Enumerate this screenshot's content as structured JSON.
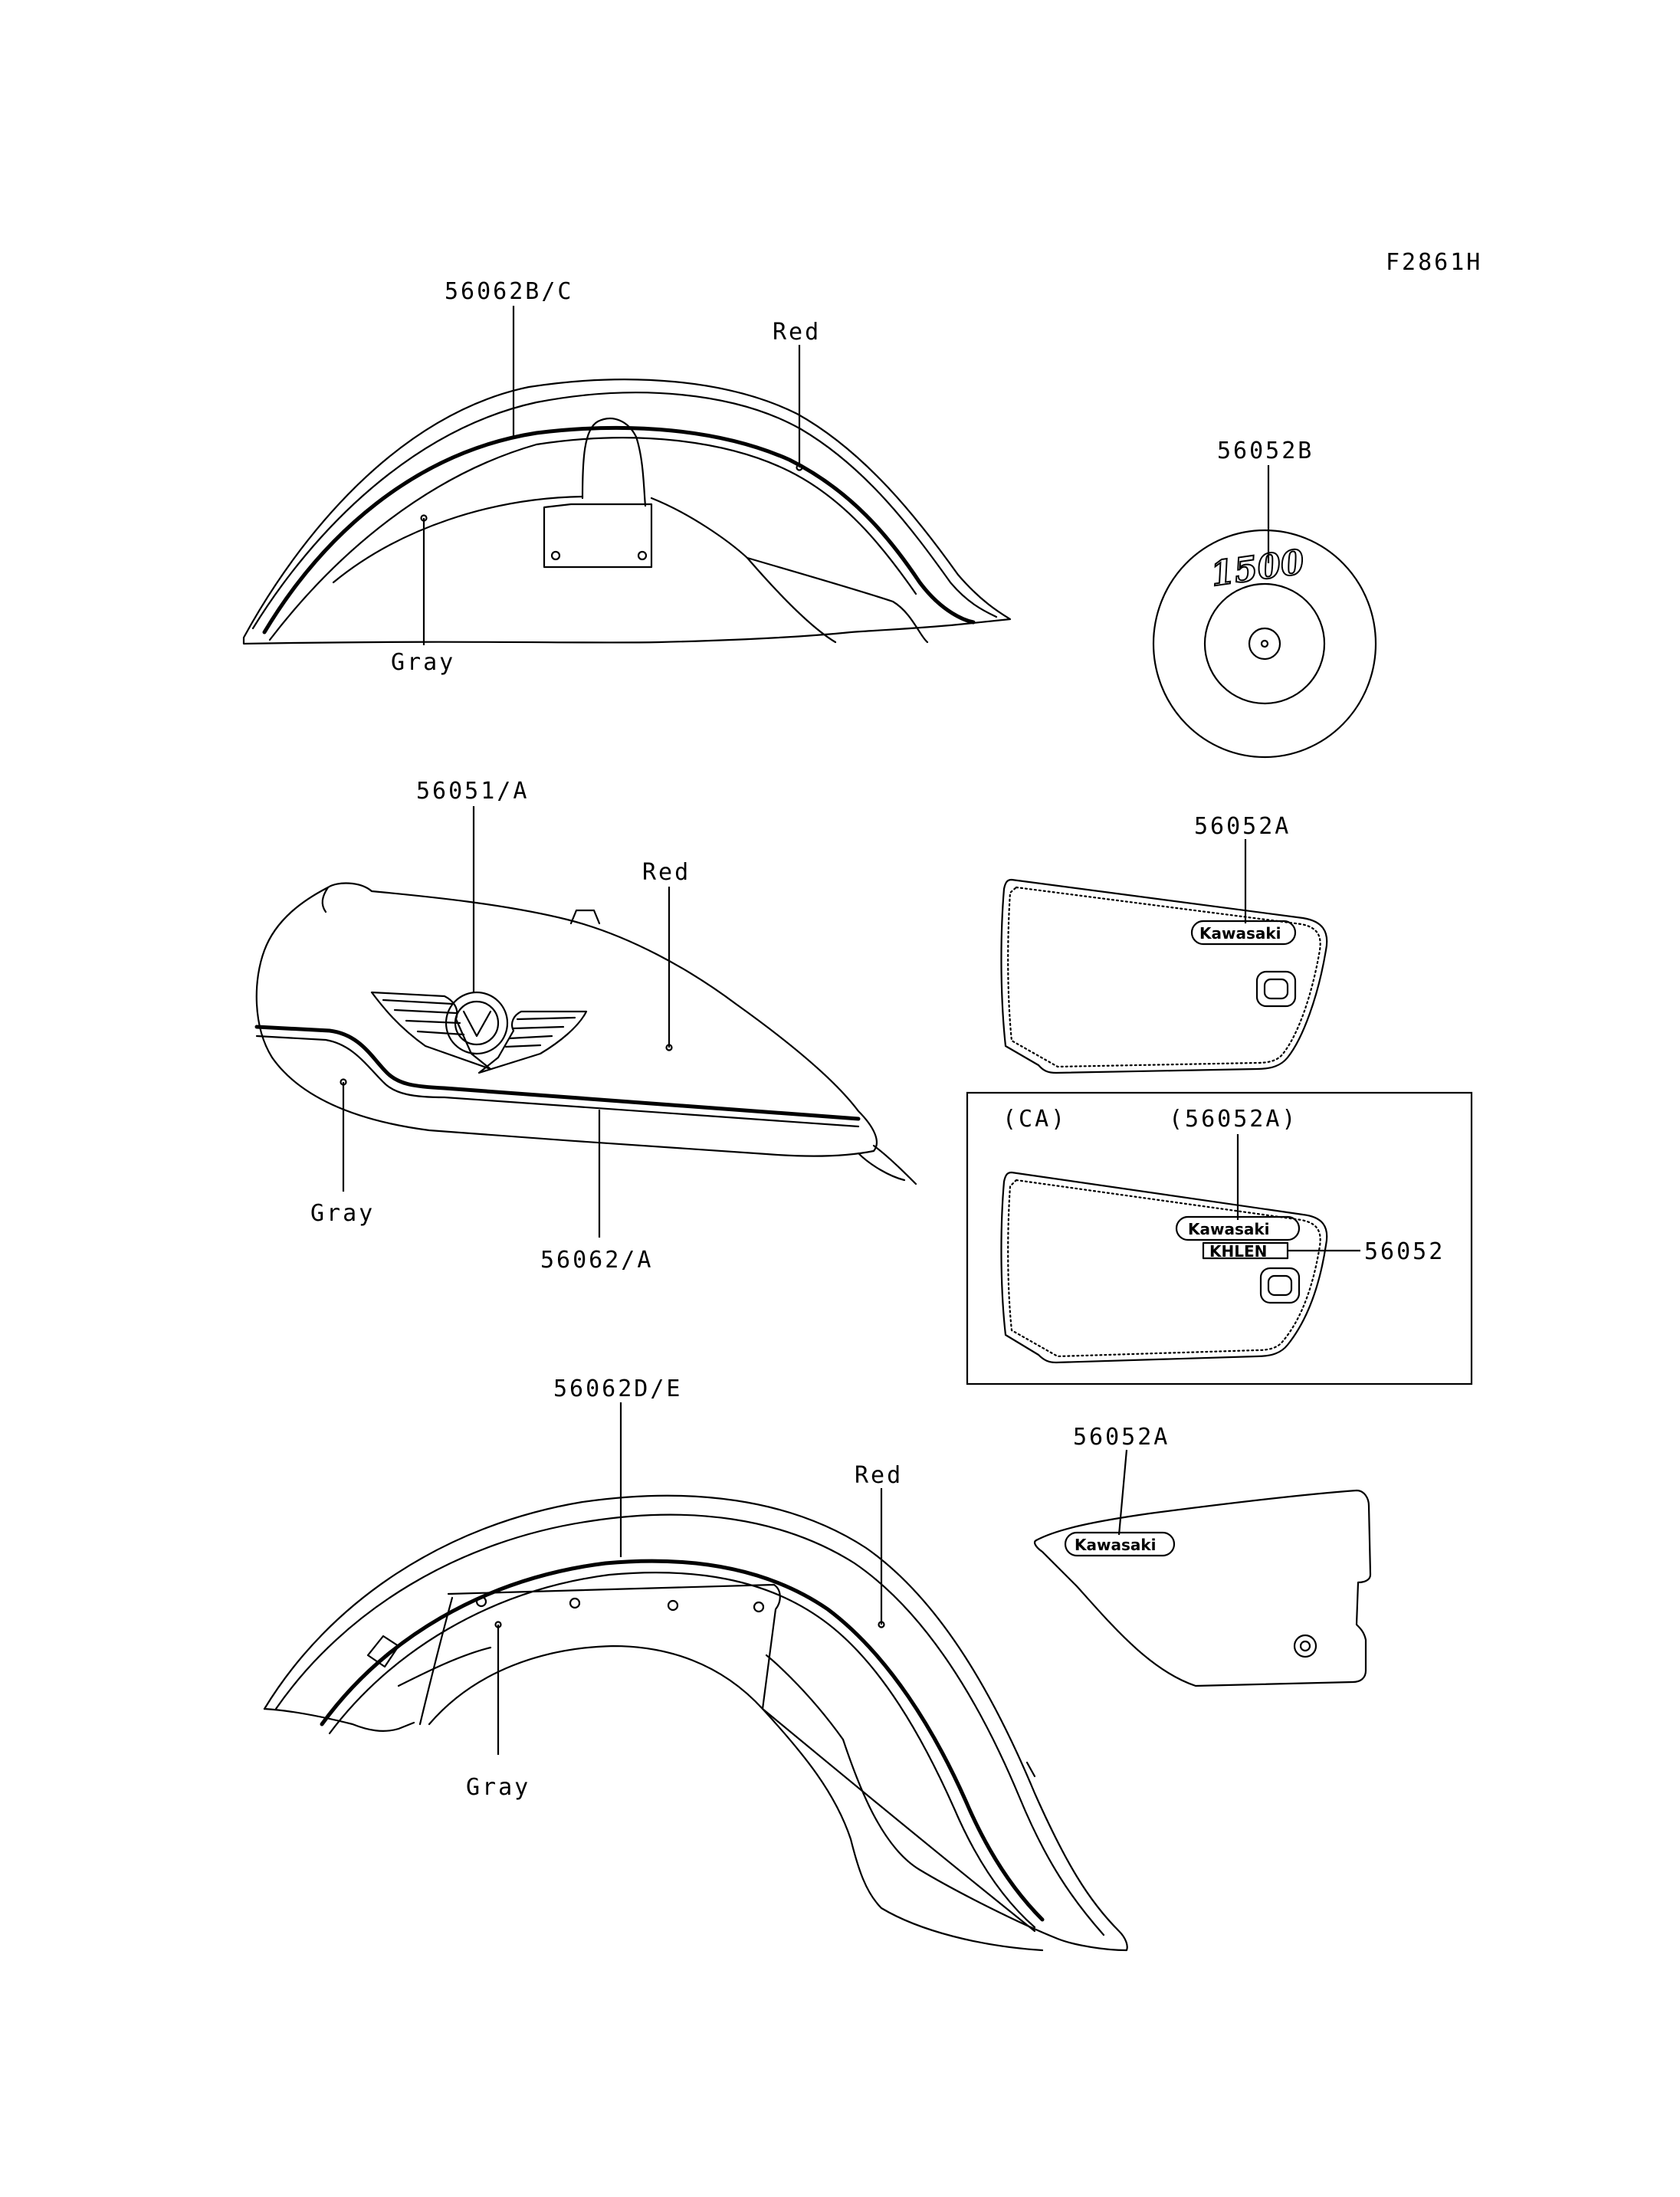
{
  "figure_code": "F2861H",
  "labels": {
    "front_fender_part": "56062B/C",
    "front_fender_red": "Red",
    "front_fender_gray": "Gray",
    "emblem_1500_part": "56052B",
    "tank_emblem_part": "56051/A",
    "tank_red": "Red",
    "tank_gray": "Gray",
    "tank_stripe_part": "56062/A",
    "side_cover_part": "56052A",
    "ca_region": "(CA)",
    "ca_side_cover_part": "(56052A)",
    "ca_extra_part": "56052",
    "rear_fender_part": "56062D/E",
    "rear_fender_red": "Red",
    "rear_fender_gray": "Gray",
    "rear_side_cover_part": "56052A"
  },
  "decals": {
    "brand": "Kawasaki",
    "emblem_number": "1500",
    "ca_decal": "KHLEN"
  }
}
